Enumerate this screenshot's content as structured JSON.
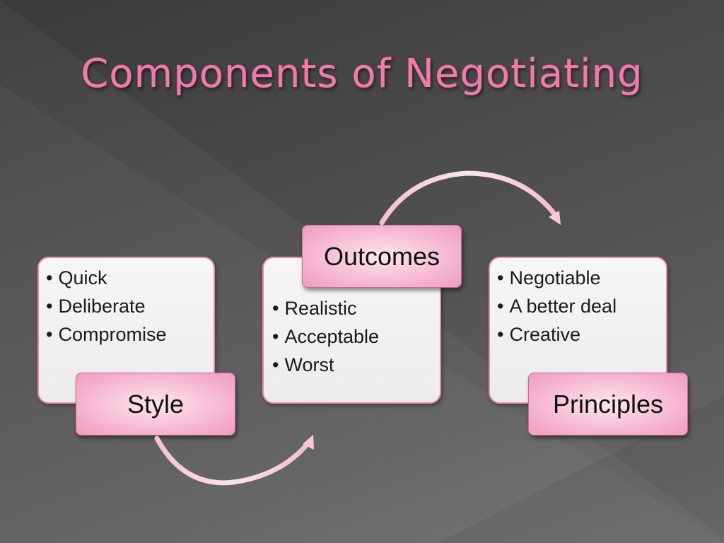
{
  "title": "Components of Negotiating",
  "colors": {
    "accent": "#f07aa8",
    "card_border": "#e689b3",
    "label_fill": "#f7bcd3"
  },
  "diagram": {
    "nodes": [
      {
        "label": "Style",
        "items": [
          "Quick",
          "Deliberate",
          "Compromise"
        ]
      },
      {
        "label": "Outcomes",
        "items": [
          "Realistic",
          "Acceptable",
          "Worst"
        ]
      },
      {
        "label": "Principles",
        "items": [
          "Negotiable",
          "A better deal",
          "Creative"
        ]
      }
    ],
    "arrows": [
      {
        "from": "Style",
        "to": "Outcomes",
        "icon": "curved-arrow-icon"
      },
      {
        "from": "Outcomes",
        "to": "Principles",
        "icon": "curved-arrow-icon"
      }
    ]
  }
}
